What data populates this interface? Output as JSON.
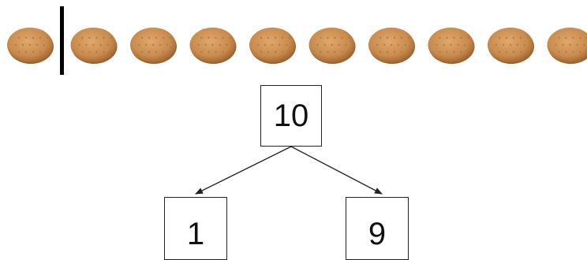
{
  "counters": {
    "count": 10,
    "divider_after": 1,
    "cookie_color": "#C98B4E",
    "cookie_shadow_color": "#9E6330",
    "divider_color": "#000000"
  },
  "tree": {
    "whole": "10",
    "part_left": "1",
    "part_right": "9"
  },
  "colors": {
    "box_border": "#222222",
    "arrow": "#222222",
    "text": "#111111"
  }
}
